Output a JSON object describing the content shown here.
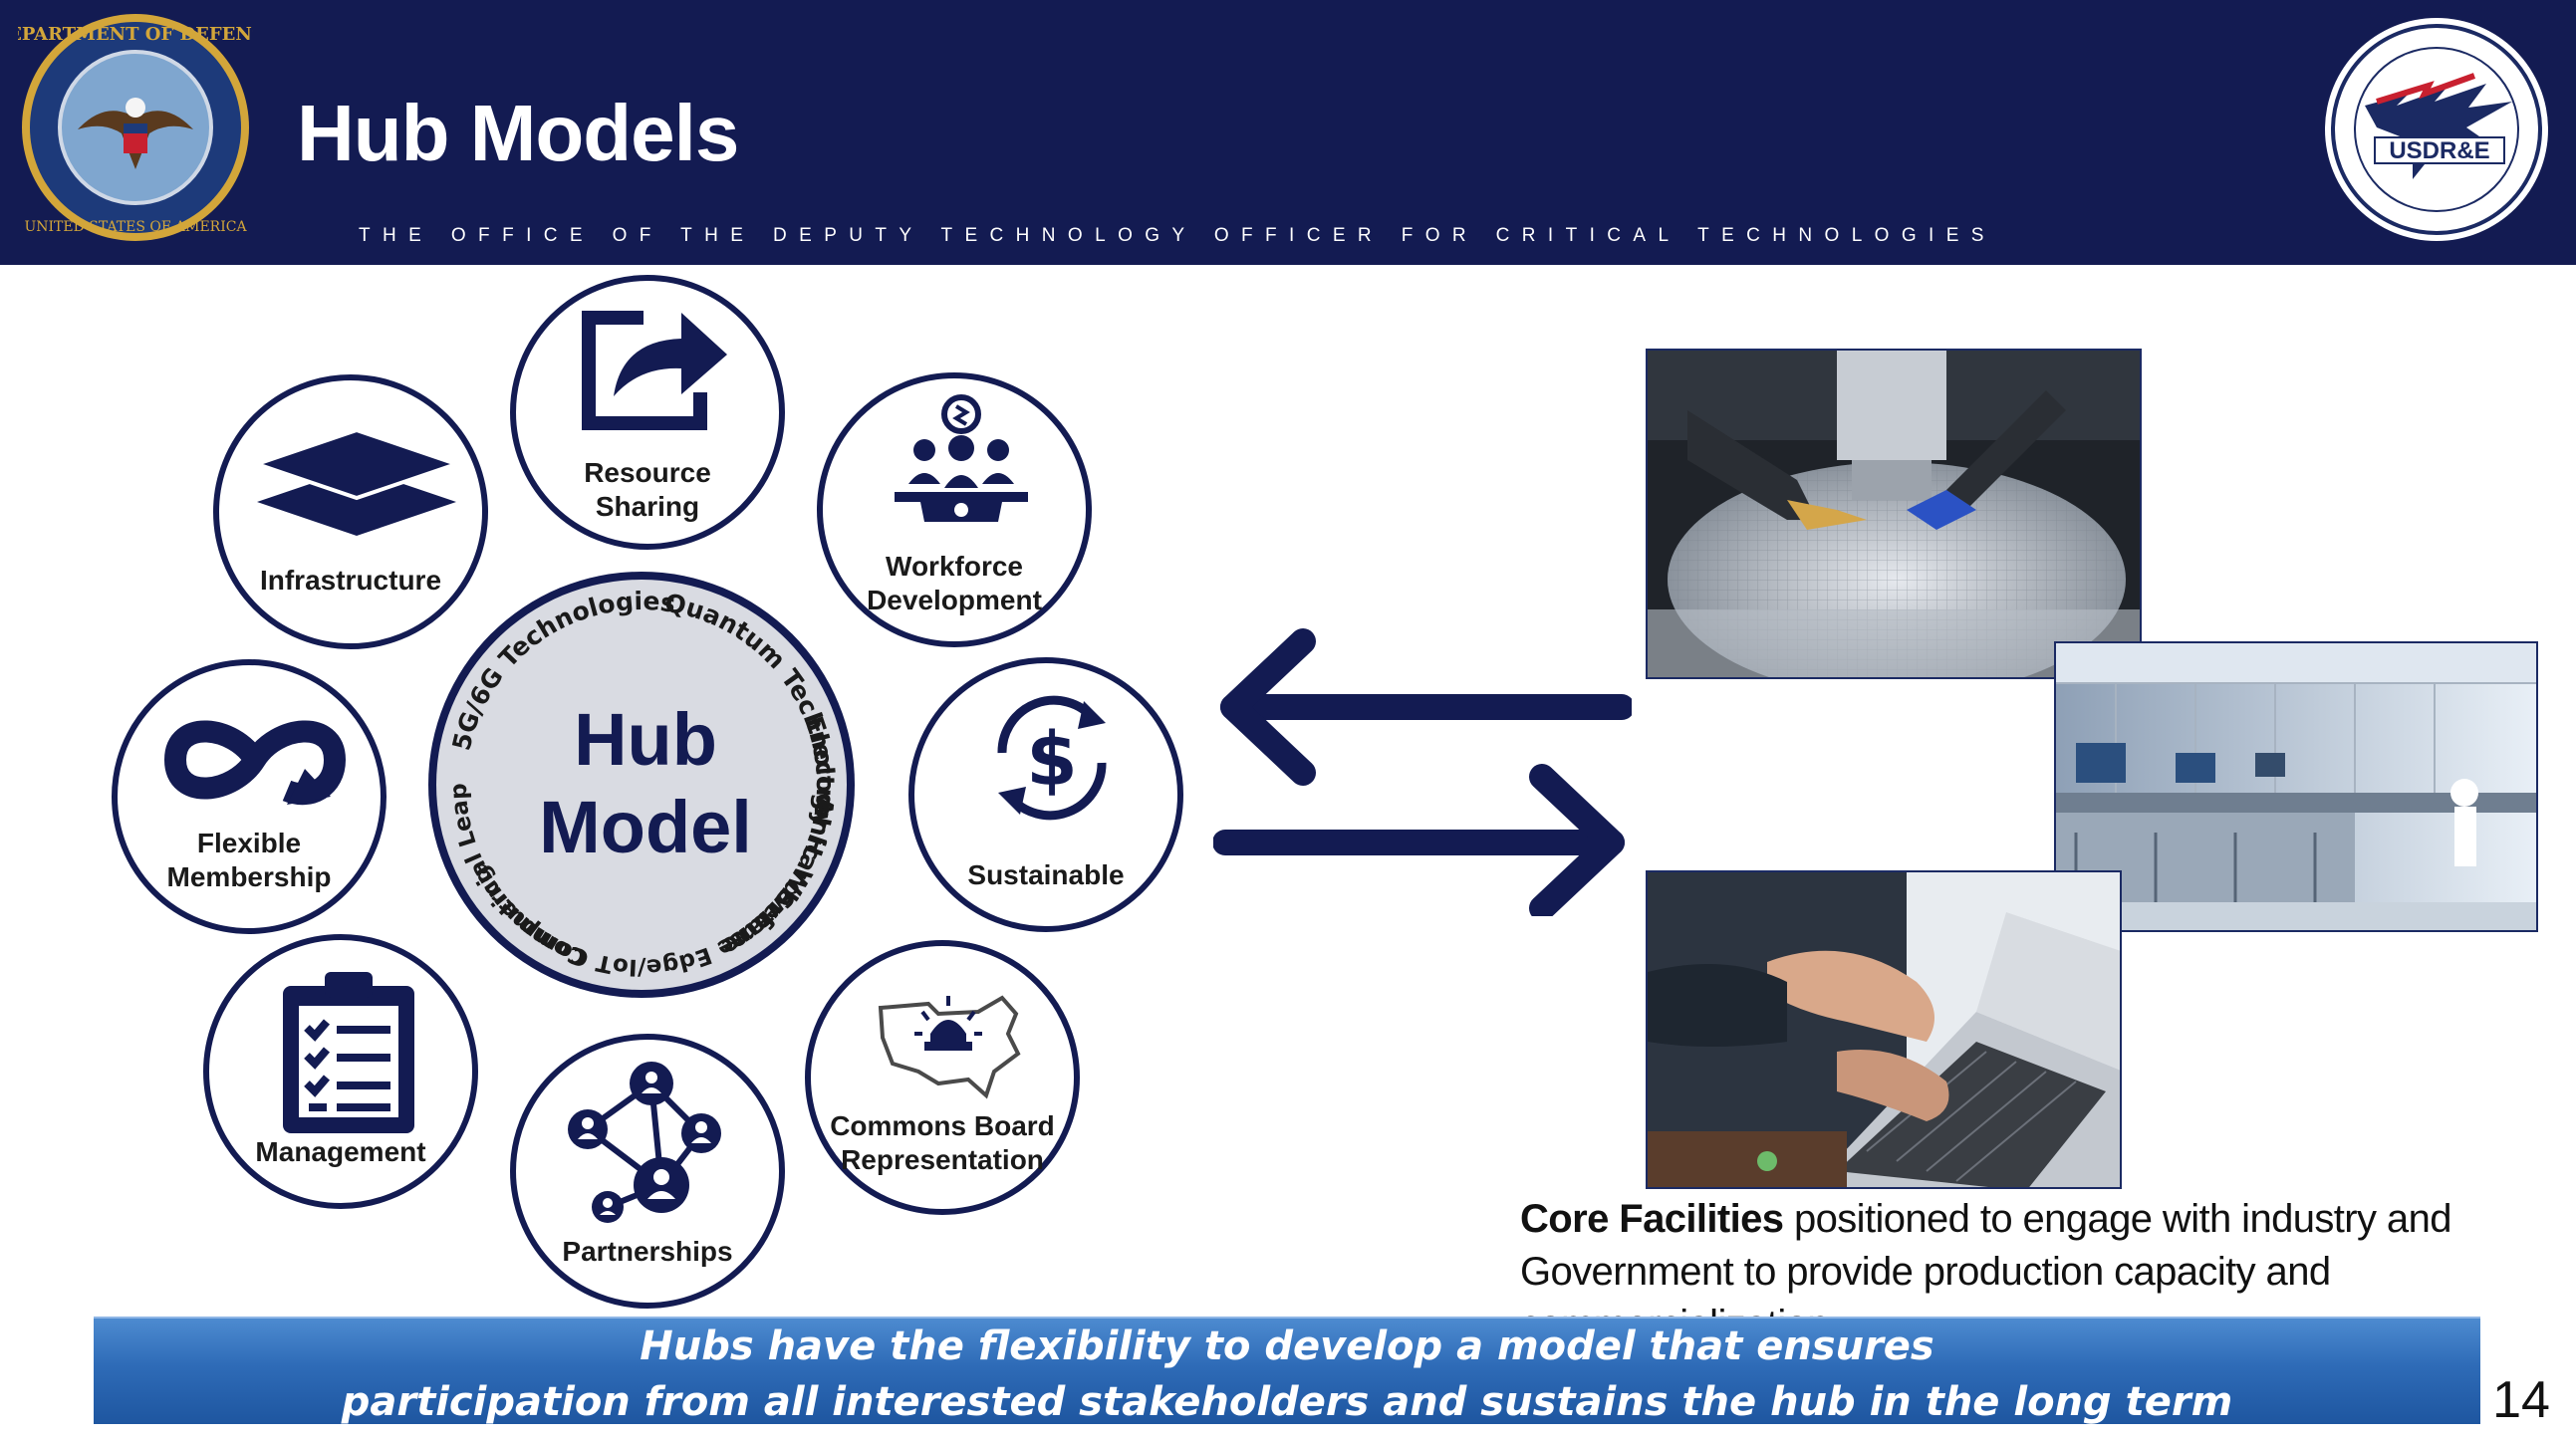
{
  "header": {
    "title": "Hub Models",
    "subtitle": "THE OFFICE OF THE DEPUTY TECHNOLOGY OFFICER FOR CRITICAL TECHNOLOGIES",
    "seal_text": "DEPARTMENT OF DEFENSE · UNITED STATES OF AMERICA",
    "right_logo_text": "USDR&E",
    "background_color": "#131b52"
  },
  "hub": {
    "center_line1": "Hub",
    "center_line2": "Model",
    "technologies": [
      "Quantum Technology",
      "Electronic Warfare",
      "AI Hardware",
      "Secure Edge/IoT Computing",
      "Commercial Leap Ahead Technologies",
      "5G/6G Technologies"
    ]
  },
  "nodes": {
    "resource_sharing": [
      "Resource",
      "Sharing"
    ],
    "workforce": [
      "Workforce",
      "Development"
    ],
    "sustainable": "Sustainable",
    "commons": [
      "Commons Board",
      "Representation"
    ],
    "partnerships": "Partnerships",
    "management": "Management",
    "flexible": [
      "Flexible",
      "Membership"
    ],
    "infrastructure": "Infrastructure"
  },
  "caption": {
    "bold": "Core Facilities",
    "rest": " positioned to engage with industry and Government to provide production capacity and commercialization"
  },
  "banner": {
    "line1": "Hubs have the flexibility to develop a model that ensures",
    "line2": "participation from all interested stakeholders and sustains the hub in the long term"
  },
  "page_number": "14",
  "icons": [
    "seal-icon",
    "usdre-logo",
    "share-icon",
    "workforce-icon",
    "sustainable-dollar-icon",
    "map-alarm-icon",
    "network-icon",
    "clipboard-icon",
    "infinity-icon",
    "layers-icon",
    "arrow-left-icon",
    "arrow-right-icon"
  ]
}
